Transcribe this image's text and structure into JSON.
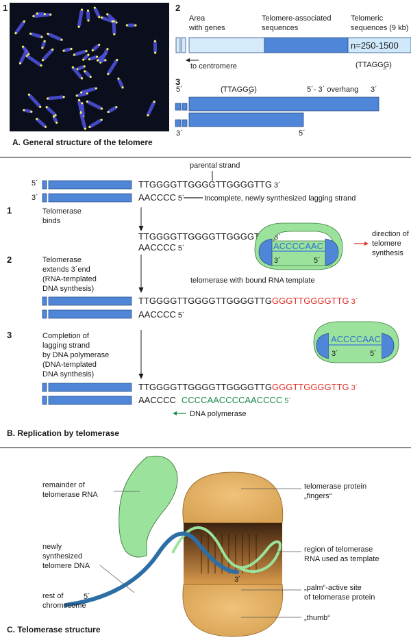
{
  "panelA": {
    "num_photo": "1",
    "num_2": "2",
    "num_3": "3",
    "caption": "A. General structure of the telomere",
    "col_genes_1": "Area",
    "col_genes_2": "with genes",
    "col_assoc_1": "Telomere-associated",
    "col_assoc_2": "sequences",
    "col_telo_1": "Telomeric",
    "col_telo_2": "sequences (9 kb)",
    "n_label": "n=250-1500",
    "centromere": "to centromere",
    "repeat_unit": "(TTAGGG)",
    "repeat_sub": "n",
    "five_prime": "5´",
    "three_prime": "3´",
    "overhang": "5´- 3´ overhang",
    "bottom_3": "3´",
    "bottom_5": "5´"
  },
  "panelB": {
    "caption": "B. Replication by telomerase",
    "parental_strand": "parental strand",
    "top_5": "5´",
    "top_3": "3´",
    "seq_top": "TTGGGGTTGGGGTTGGGGTTG",
    "seq_3": "3´",
    "seq_bottom": "AACCCC",
    "seq_5": "5´",
    "lagging_note": "Incomplete, newly synthesized lagging strand",
    "step1_num": "1",
    "step1_l1": "Telomerase",
    "step1_l2": "binds",
    "step2_num": "2",
    "step2_l1": "Telomerase",
    "step2_l2": "extends 3´end",
    "step2_l3": "(RNA-templated",
    "step2_l4": "DNA synthesis)",
    "step3_num": "3",
    "step3_l1": "Completion of",
    "step3_l2": "lagging strand",
    "step3_l3": "by DNA polymerase",
    "step3_l4": "(DNA-templated",
    "step3_l5": "DNA synthesis)",
    "template": "ACCCCAAC",
    "enzyme_3": "3´",
    "enzyme_5": "5´",
    "direction_1": "direction of",
    "direction_2": "telomere",
    "direction_3": "synthesis",
    "bound_template": "telomerase with bound RNA template",
    "extension": "GGGTTGGGGTTG",
    "filled": "CCCCAACCCCAACCCC",
    "dna_pol": "DNA polymerase",
    "colors": {
      "added_dna": "#e0302a",
      "filled_dna": "#1f8a4a",
      "enzyme": "#9be39c",
      "template": "#4f86d8"
    }
  },
  "panelC": {
    "caption": "C. Telomerase structure",
    "rna_rest_1": "remainder of",
    "rna_rest_2": "telomerase RNA",
    "fingers_1": "telomerase protein",
    "fingers_2": "„fingers“",
    "newdna_1": "newly",
    "newdna_2": "synthesized",
    "newdna_3": "telomere DNA",
    "region_1": "region of telomerase",
    "region_2": "RNA used as template",
    "chrom_1": "rest of",
    "chrom_2": "chromosome",
    "five": "5´",
    "three": "3´",
    "palm_1": "„palm“-active site",
    "palm_2": "of telomerase protein",
    "thumb": "„thumb“",
    "colors": {
      "protein": "#e8b86a",
      "rna": "#9be39c",
      "dna": "#2c6ea6"
    }
  }
}
